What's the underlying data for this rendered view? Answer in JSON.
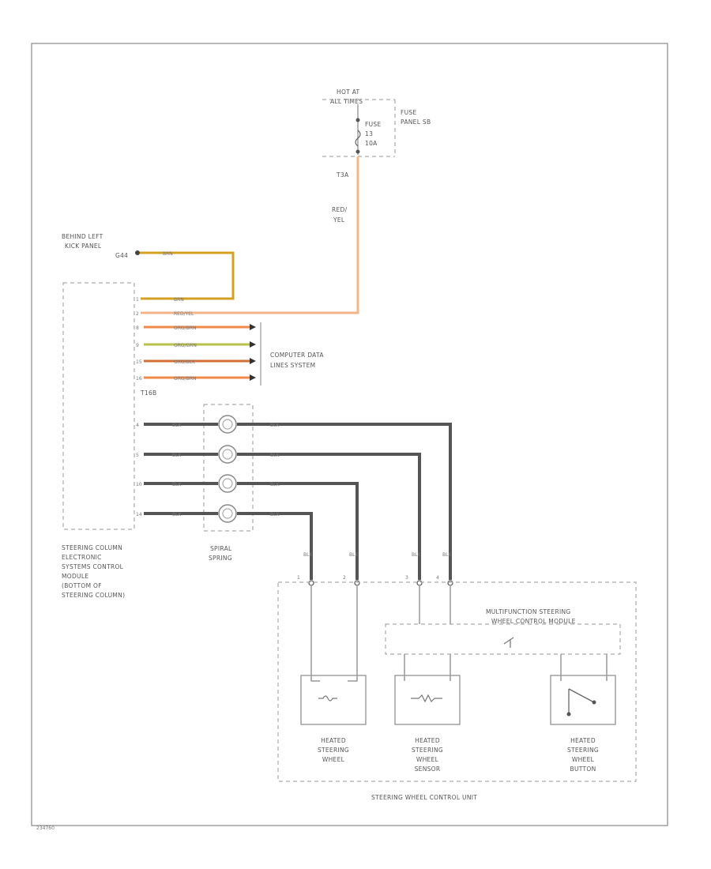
{
  "source": {
    "line1": "HOT AT",
    "line2": "ALL TIMES",
    "fuse_line1": "FUSE",
    "fuse_line2": "13",
    "fuse_line3": "10A",
    "panel_line1": "FUSE",
    "panel_line2": "PANEL SB",
    "ref": "T3A"
  },
  "ground": {
    "line1": "BEHIND LEFT",
    "line2": "KICK PANEL",
    "line3": "G44"
  },
  "module": {
    "connector": "T16B",
    "label": [
      "STEERING COLUMN",
      "ELECTRONIC",
      "SYSTEMS CONTROL",
      "MODULE",
      "(BOTTOM OF",
      "STEERING COLUMN)"
    ]
  },
  "module_wires": [
    {
      "pin": "1",
      "label": "BRN",
      "color": "#d4a020"
    },
    {
      "pin": "2",
      "label": "RED/YEL",
      "color": "#f3b68a"
    },
    {
      "pin": "8",
      "label": "ORG/BRN",
      "color": "#f08a48"
    },
    {
      "pin": "9",
      "label": "ORG/GRN",
      "color": "#b9c24a"
    },
    {
      "pin": "15",
      "label": "ORG/BLK",
      "color": "#d46f36"
    },
    {
      "pin": "16",
      "label": "ORG/BRN",
      "color": "#f08a48"
    }
  ],
  "wire_labels": {
    "ground": "BRN",
    "supply": "RED/\nYEL"
  },
  "cdl": {
    "line1": "COMPUTER DATA",
    "line2": "LINES SYSTEM"
  },
  "spiral": {
    "line1": "SPIRAL",
    "line2": "SPRING"
  },
  "spring_wires": [
    {
      "pin": "4",
      "left": "BLK",
      "right": "BLK",
      "top": "BLK",
      "drop": "4"
    },
    {
      "pin": "5",
      "left": "BLK",
      "right": "BLK",
      "top": "BLK",
      "drop": "3"
    },
    {
      "pin": "10",
      "left": "BLK",
      "right": "BLK",
      "top": "BLK",
      "drop": "2"
    },
    {
      "pin": "14",
      "left": "BLK",
      "right": "BLK",
      "top": "BLK",
      "drop": "1"
    }
  ],
  "mfsw": {
    "line1": "MULTIFUNCTION STEERING",
    "line2": "WHEEL CONTROL MODULE"
  },
  "components": [
    {
      "line1": "HEATED",
      "line2": "STEERING",
      "line3": "WHEEL"
    },
    {
      "line1": "HEATED",
      "line2": "STEERING",
      "line3": "WHEEL",
      "line4": "SENSOR"
    },
    {
      "line1": "HEATED",
      "line2": "STEERING",
      "line3": "WHEEL",
      "line4": "BUTTON"
    }
  ],
  "unit_label": "STEERING WHEEL CONTROL UNIT",
  "footer": "234760"
}
